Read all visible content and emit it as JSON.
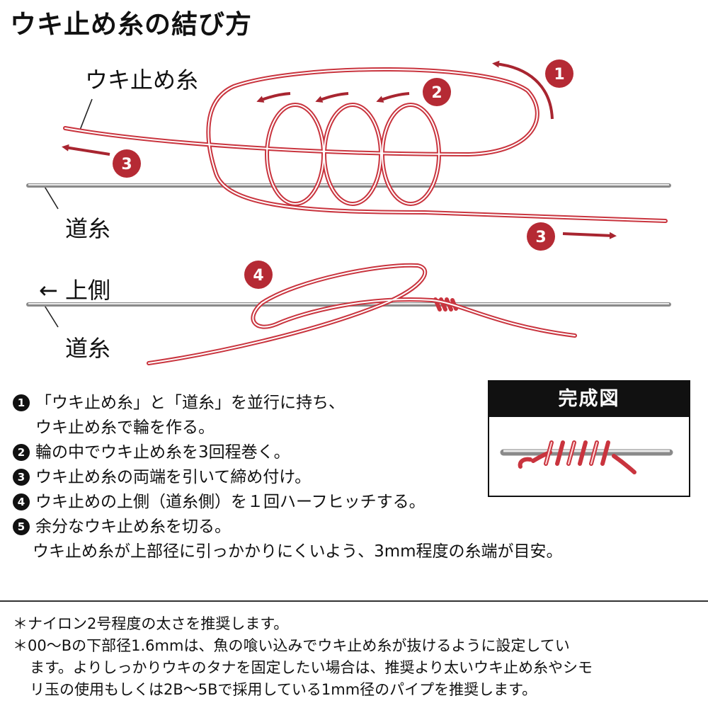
{
  "title": "ウキ止め糸の結び方",
  "labels": {
    "uki_line": "ウキ止め糸",
    "main_line_top": "道糸",
    "upper_side": "← 上側",
    "main_line_bottom": "道糸"
  },
  "badges": {
    "b1": "1",
    "b2": "2",
    "b3_left": "3",
    "b3_right": "3",
    "b4": "4"
  },
  "steps": [
    {
      "num": "1",
      "lines": [
        "「ウキ止め糸」と「道糸」を並行に持ち、",
        "ウキ止め糸で輪を作る。"
      ]
    },
    {
      "num": "2",
      "lines": [
        "輪の中でウキ止め糸を3回程巻く。"
      ]
    },
    {
      "num": "3",
      "lines": [
        "ウキ止め糸の両端を引いて締め付け。"
      ]
    },
    {
      "num": "4",
      "lines": [
        "ウキ止めの上側（道糸側）を１回ハーフヒッチする。"
      ]
    },
    {
      "num": "5",
      "lines": [
        "余分なウキ止め糸を切る。",
        "ウキ止め糸が上部径に引っかかりにくいよう、3mm程度の糸端が目安。"
      ]
    }
  ],
  "complete": {
    "title": "完成図"
  },
  "notes": [
    "＊ナイロン2号程度の太さを推奨します。",
    "＊00〜Bの下部径1.6mmは、魚の喰い込みでウキ止め糸が抜けるように設定してい",
    "ます。よりしっかりウキのタナを固定したい場合は、推奨より太いウキ止め糸やシモ",
    "リ玉の使用もしくは2B〜5Bで採用している1mm径のパイプを推奨します。"
  ],
  "colors": {
    "thread": "#c9343e",
    "badge": "#b52a34",
    "arrow": "#a82530",
    "line_gray": "#8a8a8a"
  }
}
